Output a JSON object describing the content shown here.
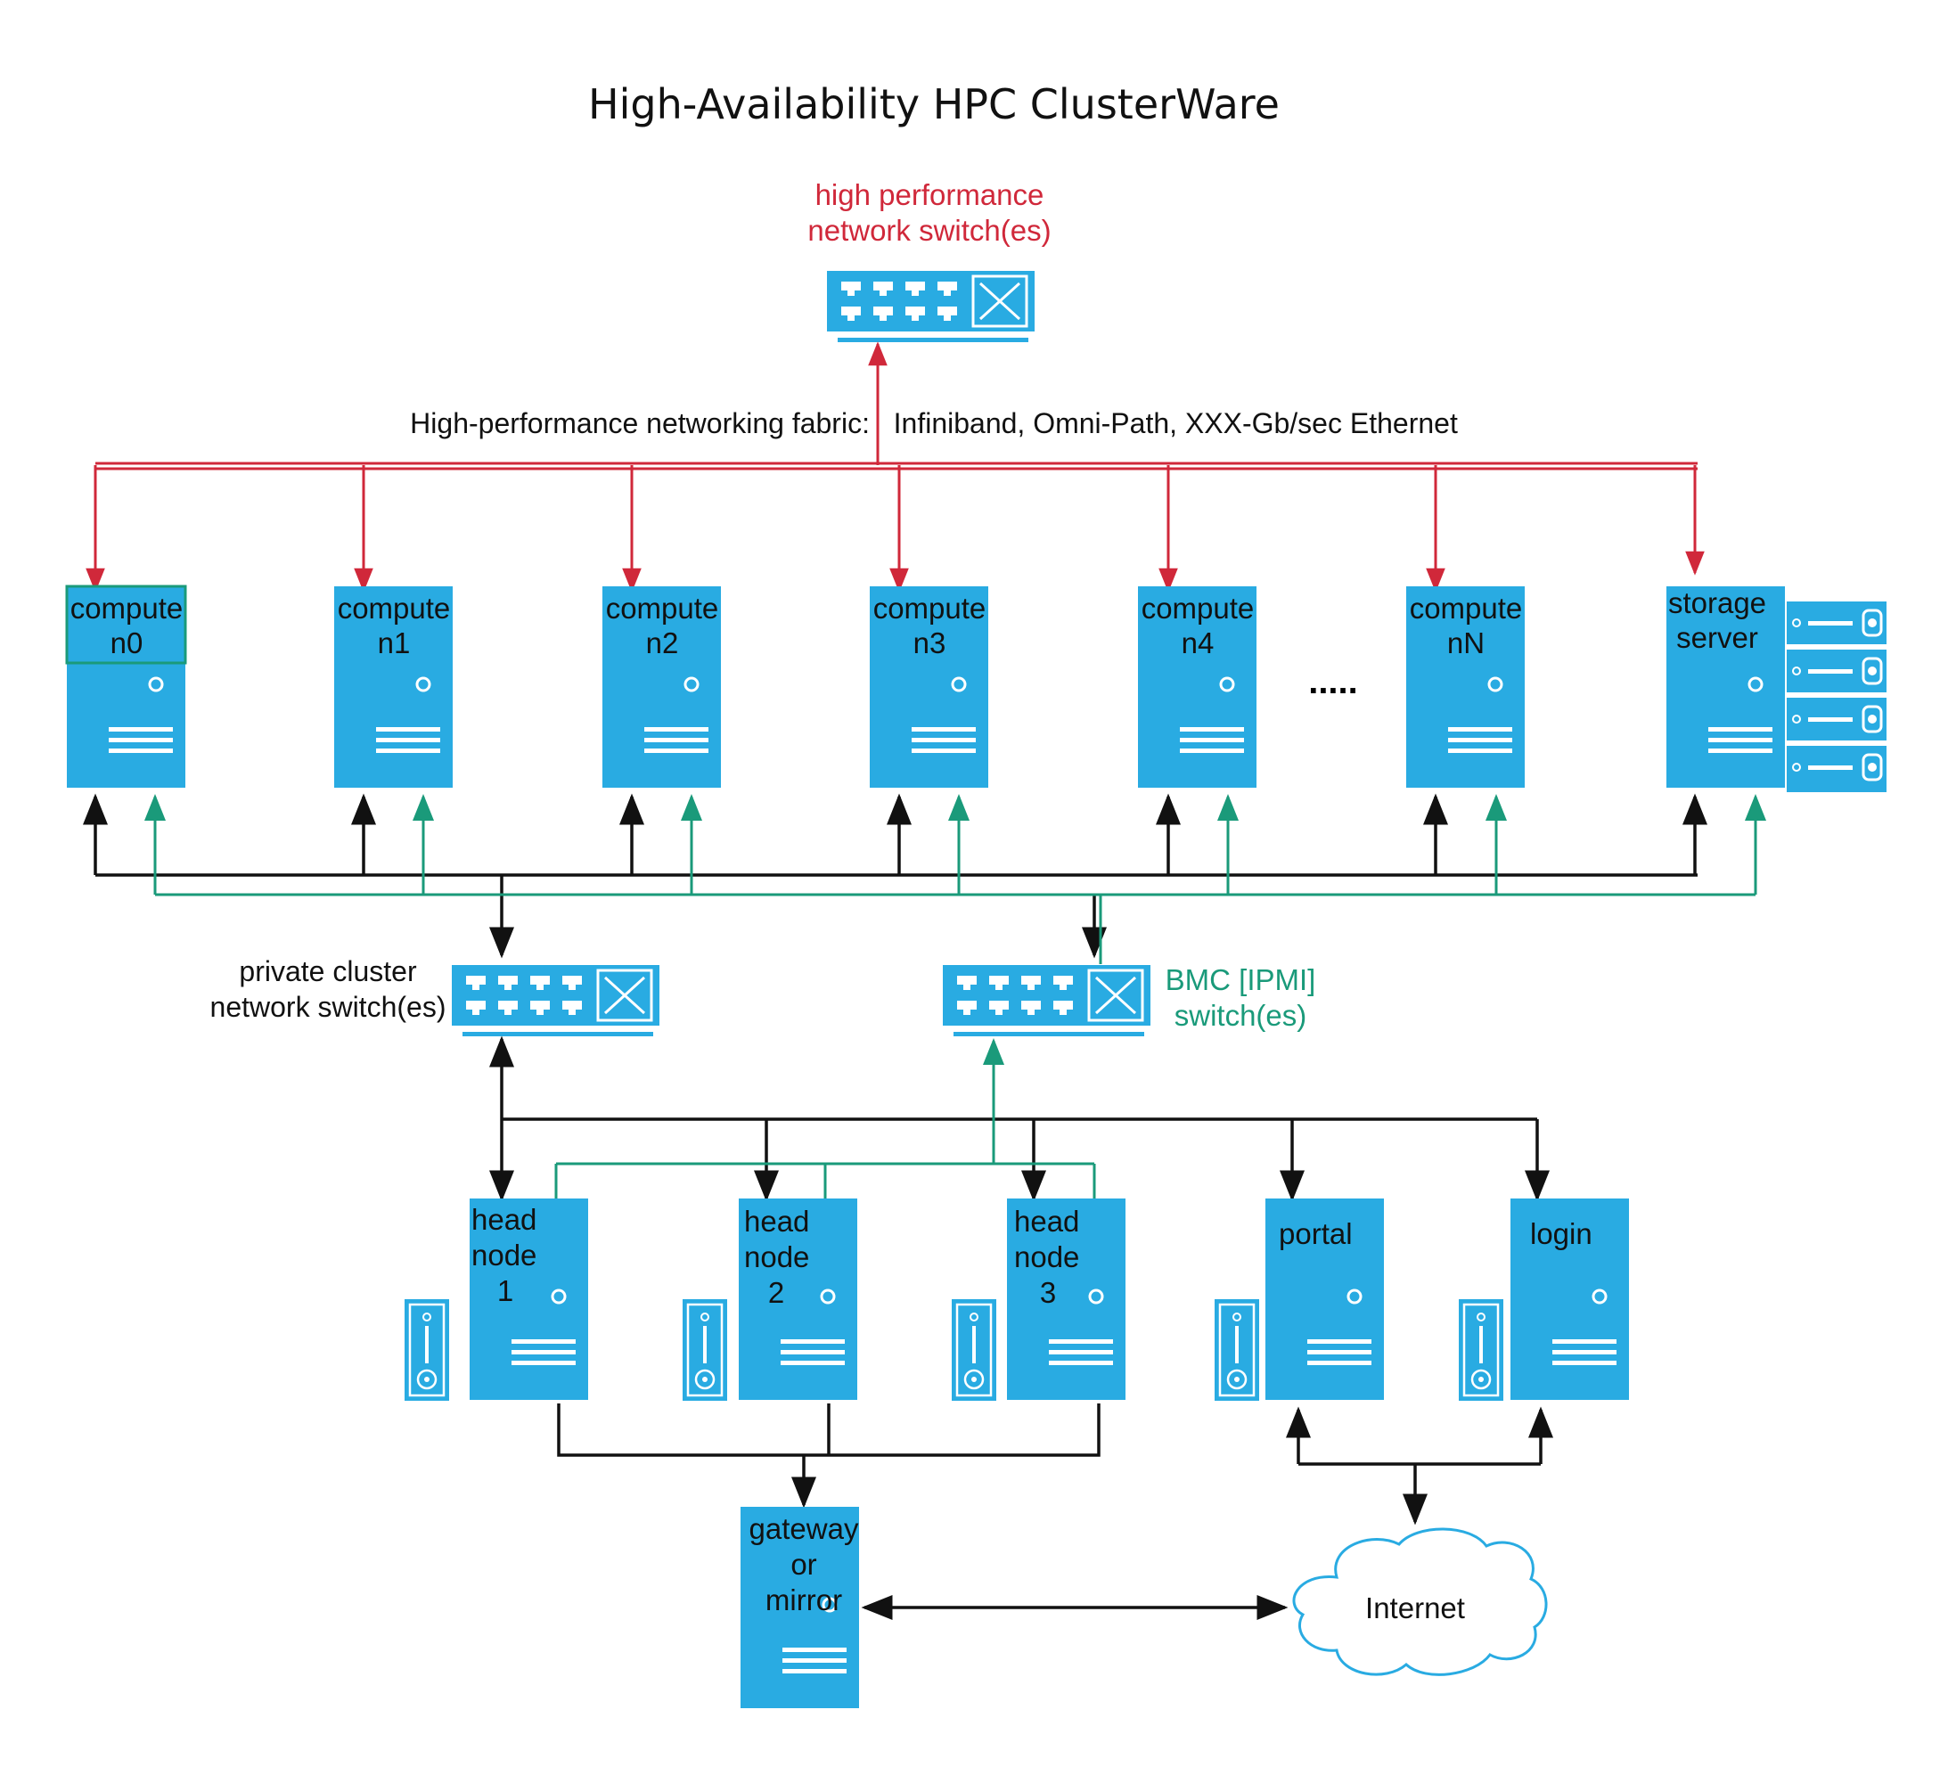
{
  "title": "High-Availability HPC ClusterWare",
  "hp_switch": {
    "label_line1": "high performance",
    "label_line2": "network switch(es)"
  },
  "fabric_label": "High-performance networking fabric:   Infiniband, Omni-Path, XXX-Gb/sec Ethernet",
  "compute_nodes": [
    {
      "line1": "compute",
      "line2": "n0"
    },
    {
      "line1": "compute",
      "line2": "n1"
    },
    {
      "line1": "compute",
      "line2": "n2"
    },
    {
      "line1": "compute",
      "line2": "n3"
    },
    {
      "line1": "compute",
      "line2": "n4"
    },
    {
      "line1": "compute",
      "line2": "nN"
    }
  ],
  "ellipsis": ".....",
  "storage": {
    "line1": "storage",
    "line2": "server"
  },
  "private_switch": {
    "label_line1": "private cluster",
    "label_line2": "network switch(es)"
  },
  "bmc_switch": {
    "label_line1": "BMC [IPMI]",
    "label_line2": "switch(es)"
  },
  "head_nodes": [
    {
      "line1": "head",
      "line2": "node",
      "line3": "1"
    },
    {
      "line1": "head",
      "line2": "node",
      "line3": "2"
    },
    {
      "line1": "head",
      "line2": "node",
      "line3": "3"
    }
  ],
  "portal": {
    "label": "portal"
  },
  "login": {
    "label": "login"
  },
  "gateway": {
    "line1": "gateway",
    "line2": "or",
    "line3": "mirror"
  },
  "internet": {
    "label": "Internet"
  },
  "colors": {
    "server_blue": "#29abe2",
    "fabric_red": "#d0283a",
    "bmc_green": "#1a9a7a",
    "private_black": "#111111"
  }
}
